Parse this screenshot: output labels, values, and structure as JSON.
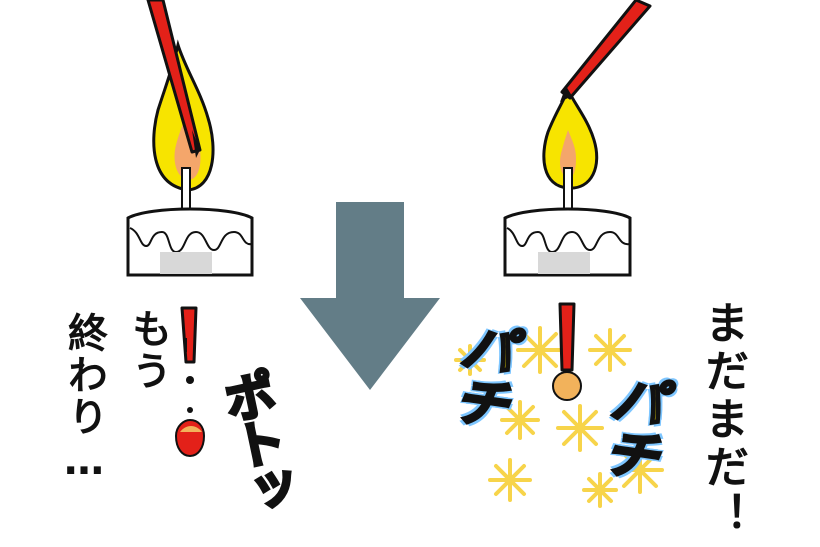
{
  "left_panel": {
    "text_mou": "もう",
    "text_owari": "終わり…",
    "sfx_poto": "ポトッ"
  },
  "right_panel": {
    "text_madamada": "まだまだ！",
    "sfx_pachi_1": "パチ",
    "sfx_pachi_2": "パチ"
  },
  "colors": {
    "arrow": "#637d87",
    "flame_outer": "#f7e400",
    "flame_inner": "#f4a66b",
    "sparkler_red": "#e32119",
    "spark_yellow": "#f7d44a",
    "ember_orange": "#f2b25b",
    "dropped_bead": "#e32119",
    "sfx_outline_blue": "#7ec6ff"
  }
}
